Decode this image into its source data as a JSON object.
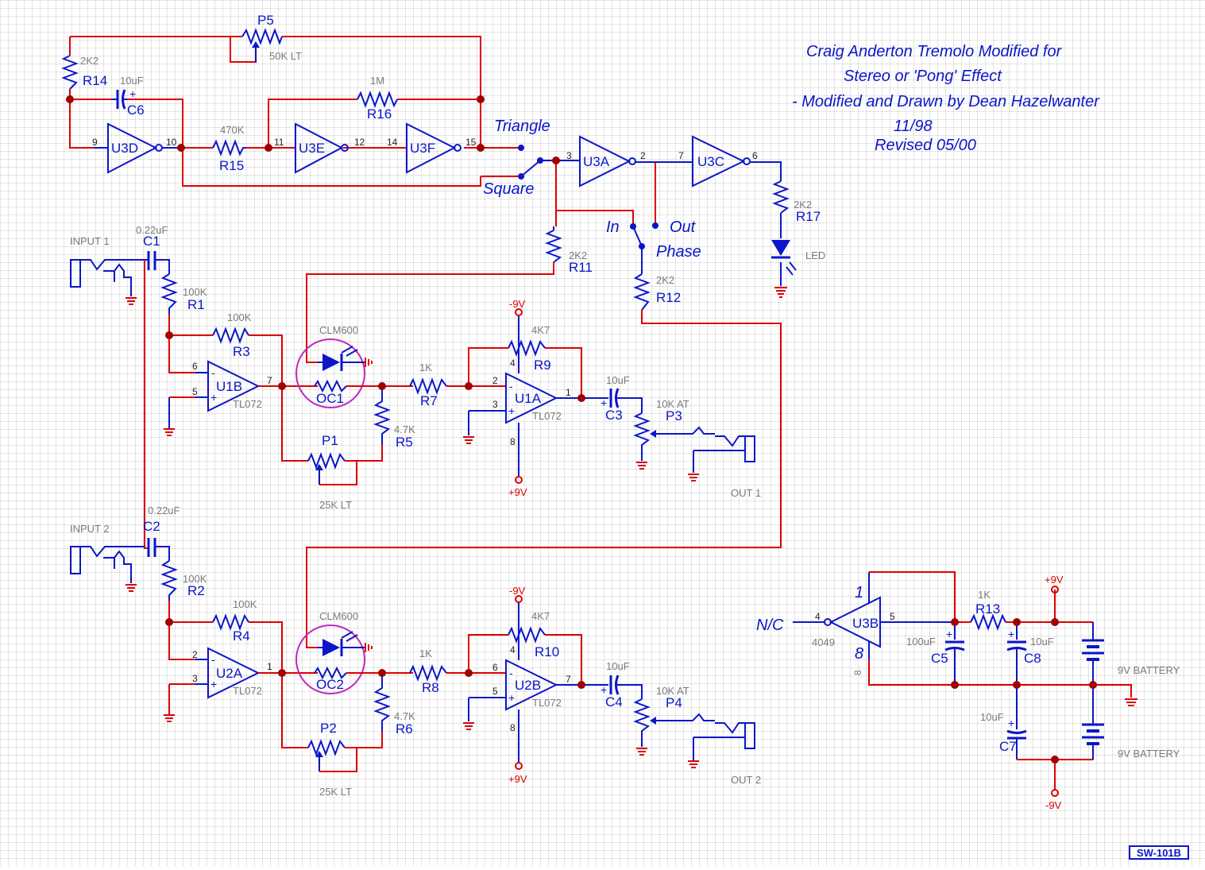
{
  "notes": {
    "title_line1": "Craig Anderton Tremolo Modified for",
    "title_line2": "Stereo or 'Pong' Effect",
    "title_line3": "- Modified and Drawn by Dean Hazelwanter",
    "date": "11/98",
    "revised": "Revised 05/00"
  },
  "switch_labels": {
    "triangle": "Triangle",
    "square": "Square",
    "in": "In",
    "out": "Out",
    "phase": "Phase",
    "nc": "N/C"
  },
  "components": {
    "P5": {
      "ref": "P5",
      "value": "50K LT"
    },
    "R14": {
      "ref": "R14",
      "value": "2K2"
    },
    "C6": {
      "ref": "C6",
      "value": "10uF"
    },
    "R16": {
      "ref": "R16",
      "value": "1M"
    },
    "R15": {
      "ref": "R15",
      "value": "470K"
    },
    "U3D": {
      "ref": "U3D",
      "pin_in": "9",
      "pin_out": "10"
    },
    "U3E": {
      "ref": "U3E",
      "pin_in": "11",
      "pin_out": "12"
    },
    "U3F": {
      "ref": "U3F",
      "pin_in": "14",
      "pin_out": "15"
    },
    "U3A": {
      "ref": "U3A",
      "pin_in": "3",
      "pin_out": "2"
    },
    "U3C": {
      "ref": "U3C",
      "pin_in": "7",
      "pin_out": "6"
    },
    "R17": {
      "ref": "R17",
      "value": "2K2"
    },
    "LED": {
      "value": "LED"
    },
    "R11": {
      "ref": "R11",
      "value": "2K2"
    },
    "R12": {
      "ref": "R12",
      "value": "2K2"
    },
    "C1": {
      "ref": "C1",
      "value": "0.22uF"
    },
    "C2": {
      "ref": "C2",
      "value": "0.22uF"
    },
    "R1": {
      "ref": "R1",
      "value": "100K"
    },
    "R2": {
      "ref": "R2",
      "value": "100K"
    },
    "R3": {
      "ref": "R3",
      "value": "100K"
    },
    "R4": {
      "ref": "R4",
      "value": "100K"
    },
    "U1B": {
      "ref": "U1B",
      "value": "TL072",
      "pin_neg": "6",
      "pin_pos": "5",
      "pin_out": "7"
    },
    "U2A": {
      "ref": "U2A",
      "value": "TL072",
      "pin_neg": "2",
      "pin_pos": "3",
      "pin_out": "1"
    },
    "OC1": {
      "ref": "OC1",
      "value": "CLM600"
    },
    "OC2": {
      "ref": "OC2",
      "value": "CLM600"
    },
    "R5": {
      "ref": "R5",
      "value": "4.7K"
    },
    "R6": {
      "ref": "R6",
      "value": "4.7K"
    },
    "P1": {
      "ref": "P1",
      "value": "25K LT"
    },
    "P2": {
      "ref": "P2",
      "value": "25K LT"
    },
    "R7": {
      "ref": "R7",
      "value": "1K"
    },
    "R8": {
      "ref": "R8",
      "value": "1K"
    },
    "R9": {
      "ref": "R9",
      "value": "4K7"
    },
    "R10": {
      "ref": "R10",
      "value": "4K7"
    },
    "U1A": {
      "ref": "U1A",
      "value": "TL072",
      "pin_neg": "2",
      "pin_pos": "3",
      "pin_out": "1",
      "pin_vp": "4",
      "pin_vn": "8"
    },
    "U2B": {
      "ref": "U2B",
      "value": "TL072",
      "pin_neg": "6",
      "pin_pos": "5",
      "pin_out": "7",
      "pin_vp": "4",
      "pin_vn": "8"
    },
    "C3": {
      "ref": "C3",
      "value": "10uF"
    },
    "C4": {
      "ref": "C4",
      "value": "10uF"
    },
    "P3": {
      "ref": "P3",
      "value": "10K AT"
    },
    "P4": {
      "ref": "P4",
      "value": "10K AT"
    },
    "U3B": {
      "ref": "U3B",
      "value": "4049",
      "pin_in": "4",
      "pin_out": "5",
      "pin_vdd": "1",
      "pin_vss": "8"
    },
    "R13": {
      "ref": "R13",
      "value": "1K"
    },
    "C5": {
      "ref": "C5",
      "value": "100uF"
    },
    "C8": {
      "ref": "C8",
      "value": "10uF"
    },
    "C7": {
      "ref": "C7",
      "value": "10uF"
    }
  },
  "ports": {
    "input1": "INPUT 1",
    "input2": "INPUT 2",
    "out1": "OUT 1",
    "out2": "OUT 2",
    "neg9v": "-9V",
    "pos9v": "+9V",
    "battery": "9V BATTERY",
    "pin8": "8"
  },
  "sheet_id": "SW-101B"
}
